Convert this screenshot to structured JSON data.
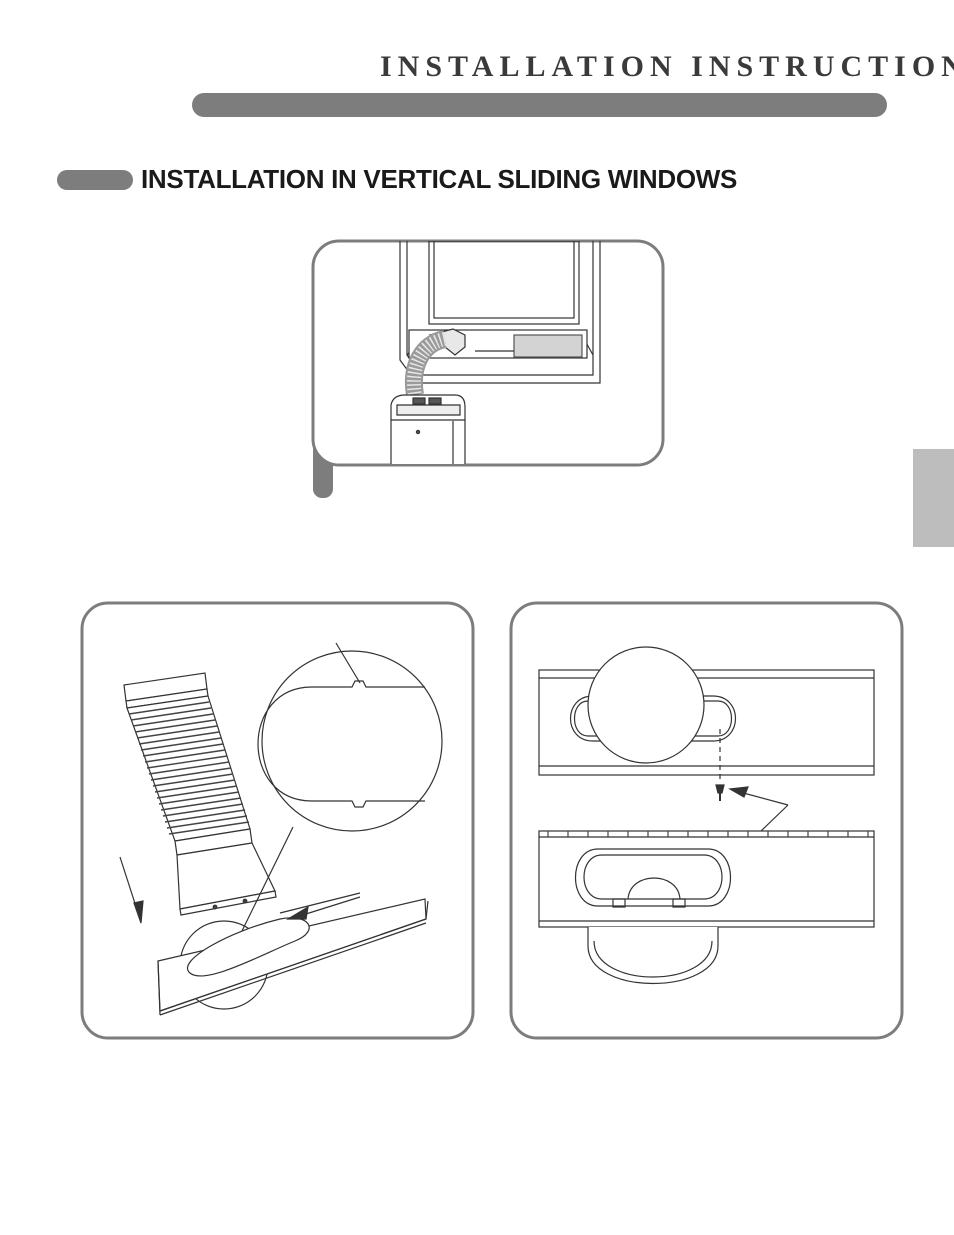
{
  "header": {
    "title": "INSTALLATION INSTRUCTIONS"
  },
  "section": {
    "title": "INSTALLATION IN VERTICAL SLIDING WINDOWS"
  },
  "colors": {
    "header_bar": "#7d7d7d",
    "side_tab": "#bdbdbd",
    "panel_border": "#7d7d7d",
    "window_panel_fill": "#d3d3d3"
  },
  "illustrations": {
    "top": "window-installation-illustration",
    "bottom_left": "hose-to-window-slider-illustration",
    "bottom_right": "window-adapter-screw-illustration"
  }
}
